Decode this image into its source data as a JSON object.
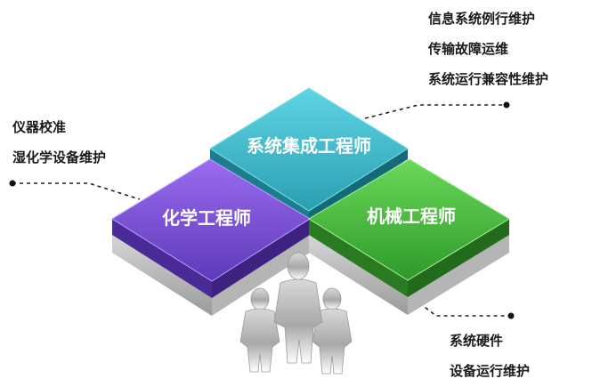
{
  "tiles": {
    "top": {
      "label": "系统集成工程师",
      "color": "#2fb3c7"
    },
    "left": {
      "label": "化学工程师",
      "color": "#7a4fd0"
    },
    "right": {
      "label": "机械工程师",
      "color": "#45b83a"
    }
  },
  "notes": {
    "top_right": [
      "信息系统例行维护",
      "传输故障运维",
      "系统运行兼容性维护"
    ],
    "left": [
      "仪器校准",
      "湿化学设备维护"
    ],
    "bottom_right": [
      "系统硬件",
      "设备运行维护"
    ]
  }
}
